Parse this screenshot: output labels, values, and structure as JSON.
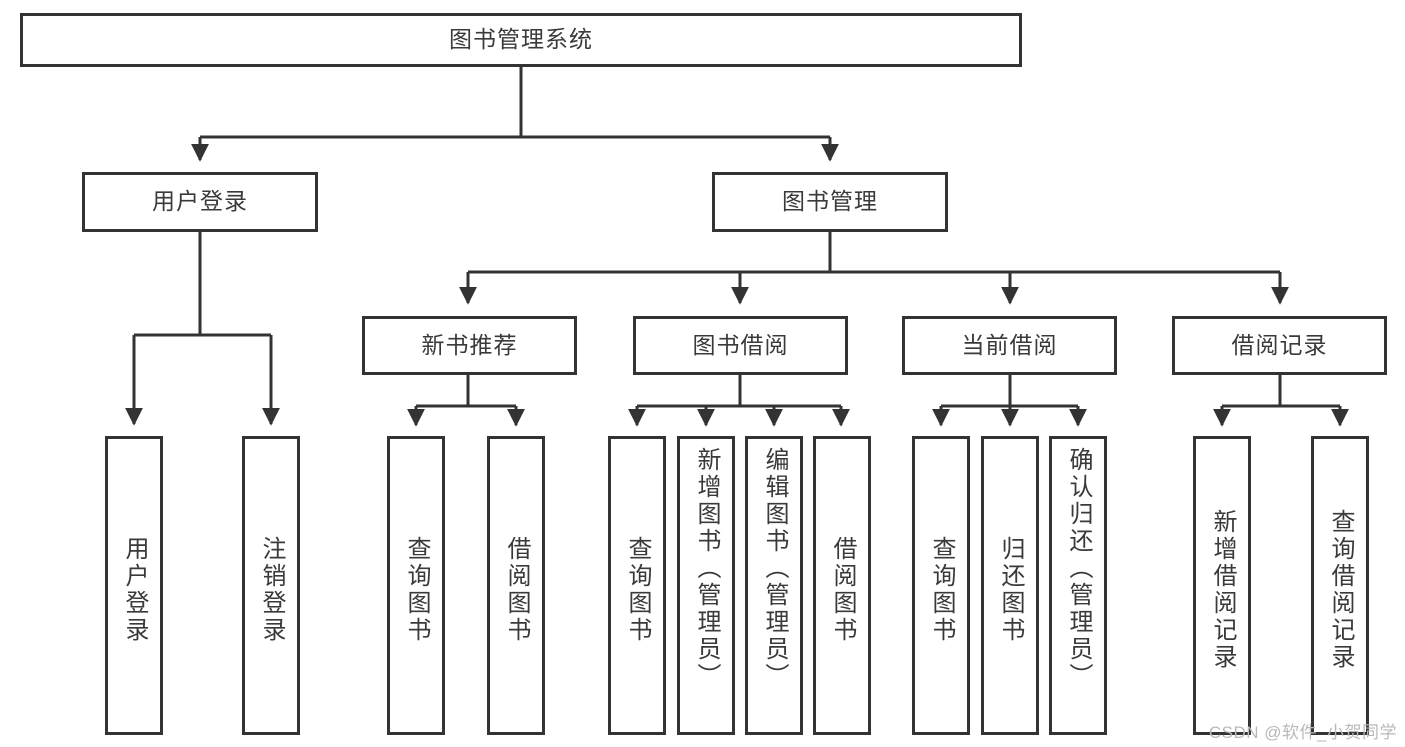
{
  "diagram": {
    "title": "图书管理系统",
    "type": "tree-hierarchy",
    "watermark": "CSDN @软件_小贺同学",
    "colors": {
      "stroke": "#333333",
      "text": "#3a3a3a",
      "background": "#ffffff",
      "watermark": "#b9b9b9"
    },
    "nodes": {
      "root": "图书管理系统",
      "level2": {
        "user_login": "用户登录",
        "book_manage": "图书管理"
      },
      "level3": {
        "new_book_recommend": "新书推荐",
        "book_borrow": "图书借阅",
        "current_borrow": "当前借阅",
        "borrow_record": "借阅记录"
      },
      "leaves": {
        "user_login_children": [
          "用户登录",
          "注销登录"
        ],
        "new_book_recommend_children": [
          "查询图书",
          "借阅图书"
        ],
        "book_borrow_children": [
          "查询图书",
          "新增图书（管理员）",
          "编辑图书（管理员）",
          "借阅图书"
        ],
        "current_borrow_children": [
          "查询图书",
          "归还图书",
          "确认归还（管理员）"
        ],
        "borrow_record_children": [
          "新增借阅记录",
          "查询借阅记录"
        ]
      }
    }
  }
}
